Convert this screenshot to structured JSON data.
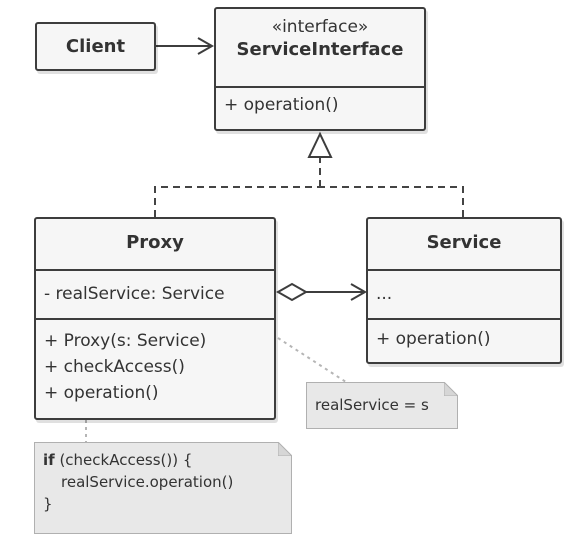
{
  "client": {
    "name": "Client"
  },
  "service_interface": {
    "stereotype": "«interface»",
    "name": "ServiceInterface",
    "methods": [
      "+ operation()"
    ]
  },
  "proxy": {
    "name": "Proxy",
    "fields": [
      "- realService: Service"
    ],
    "methods": [
      "+ Proxy(s: Service)",
      "+ checkAccess()",
      "+ operation()"
    ]
  },
  "service": {
    "name": "Service",
    "fields": [
      "..."
    ],
    "methods": [
      "+ operation()"
    ]
  },
  "notes": {
    "constructor": "realService = s",
    "operation": {
      "keyword": "if",
      "line1_rest": " (checkAccess()) {",
      "line2": "realService.operation()",
      "line3": "}"
    }
  },
  "colors": {
    "border": "#3d3d3d",
    "fill": "#f6f6f6",
    "note_fill": "#e8e8e8",
    "dashed": "#444444"
  }
}
